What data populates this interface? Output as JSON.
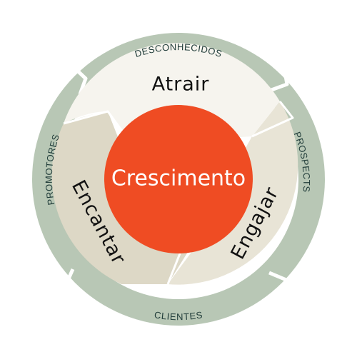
{
  "diagram": {
    "center": {
      "label": "Crescimento",
      "color": "#ef4c23"
    },
    "stages": [
      {
        "label": "Atrair",
        "color": "#f6f4ee"
      },
      {
        "label": "Engajar",
        "color": "#e8e4d6"
      },
      {
        "label": "Encantar",
        "color": "#ddd8c6"
      }
    ],
    "outer_ring": {
      "color": "#b8c7b5",
      "labels": [
        "DESCONHECIDOS",
        "PROSPECTS",
        "CLIENTES",
        "PROMOTORES"
      ]
    }
  }
}
